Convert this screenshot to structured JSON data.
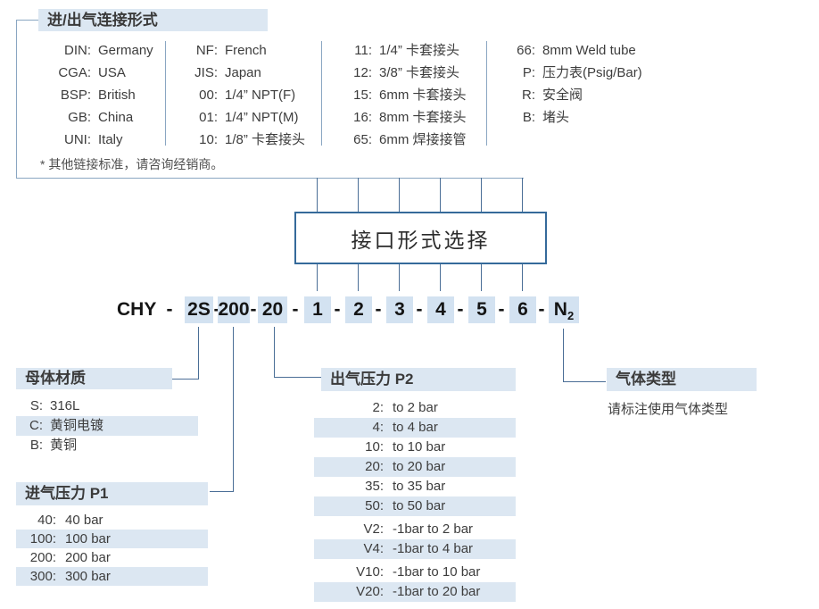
{
  "connection_section": {
    "title": "进/出气连接形式",
    "footnote": "* 其他链接标准，请咨询经销商。",
    "col1": [
      {
        "key": "DIN:",
        "value": "Germany"
      },
      {
        "key": "CGA:",
        "value": "USA"
      },
      {
        "key": "BSP:",
        "value": "British"
      },
      {
        "key": "GB:",
        "value": "China"
      },
      {
        "key": "UNI:",
        "value": "Italy"
      }
    ],
    "col2": [
      {
        "key": "NF:",
        "value": "French"
      },
      {
        "key": "JIS:",
        "value": "Japan"
      },
      {
        "key": "00:",
        "value": "1/4” NPT(F)"
      },
      {
        "key": "01:",
        "value": "1/4” NPT(M)"
      },
      {
        "key": "10:",
        "value": "1/8” 卡套接头"
      }
    ],
    "col3": [
      {
        "key": "11:",
        "value": "1/4” 卡套接头"
      },
      {
        "key": "12:",
        "value": "3/8” 卡套接头"
      },
      {
        "key": "15:",
        "value": "6mm 卡套接头"
      },
      {
        "key": "16:",
        "value": "8mm 卡套接头"
      },
      {
        "key": "65:",
        "value": "6mm 焊接接管"
      }
    ],
    "col4": [
      {
        "key": "66:",
        "value": "8mm Weld tube"
      },
      {
        "key": "P:",
        "value": "压力表(Psig/Bar)"
      },
      {
        "key": "R:",
        "value": "安全阀"
      },
      {
        "key": "B:",
        "value": "堵头"
      }
    ]
  },
  "interface_box": {
    "label": "接口形式选择"
  },
  "code": {
    "prefix": "CHY",
    "sep": "-",
    "segments": {
      "s1": "2S",
      "s2": "200",
      "s3": "20",
      "d1": "1",
      "d2": "2",
      "d3": "3",
      "d4": "4",
      "d5": "5",
      "d6": "6",
      "gas_main": "N",
      "gas_sub": "2"
    }
  },
  "body_material": {
    "title": "母体材质",
    "items": [
      {
        "key": "S:",
        "value": "316L",
        "highlight": false
      },
      {
        "key": "C:",
        "value": "黄铜电镀",
        "highlight": true
      },
      {
        "key": "B:",
        "value": "黄铜",
        "highlight": false
      }
    ]
  },
  "inlet_pressure": {
    "title": "进气压力 P1",
    "items": [
      {
        "key": "40:",
        "value": "40 bar",
        "highlight": false
      },
      {
        "key": "100:",
        "value": "100 bar",
        "highlight": true
      },
      {
        "key": "200:",
        "value": "200 bar",
        "highlight": false
      },
      {
        "key": "300:",
        "value": "300 bar",
        "highlight": true
      }
    ]
  },
  "outlet_pressure": {
    "title": "出气压力 P2",
    "items": [
      {
        "key": "2:",
        "value": "to 2 bar",
        "highlight": false
      },
      {
        "key": "4:",
        "value": "to 4 bar",
        "highlight": true
      },
      {
        "key": "10:",
        "value": "to 10 bar",
        "highlight": false
      },
      {
        "key": "20:",
        "value": "to 20 bar",
        "highlight": true
      },
      {
        "key": "35:",
        "value": "to 35 bar",
        "highlight": false
      },
      {
        "key": "50:",
        "value": "to 50 bar",
        "highlight": true
      },
      {
        "key": "V2:",
        "value": "-1bar to 2 bar",
        "highlight": false
      },
      {
        "key": "V4:",
        "value": "-1bar to 4 bar",
        "highlight": true
      },
      {
        "key": "V10:",
        "value": "-1bar to 10 bar",
        "highlight": false
      },
      {
        "key": "V20:",
        "value": "-1bar to 20 bar",
        "highlight": true
      }
    ]
  },
  "gas_type": {
    "title": "气体类型",
    "note": "请标注使用气体类型"
  }
}
